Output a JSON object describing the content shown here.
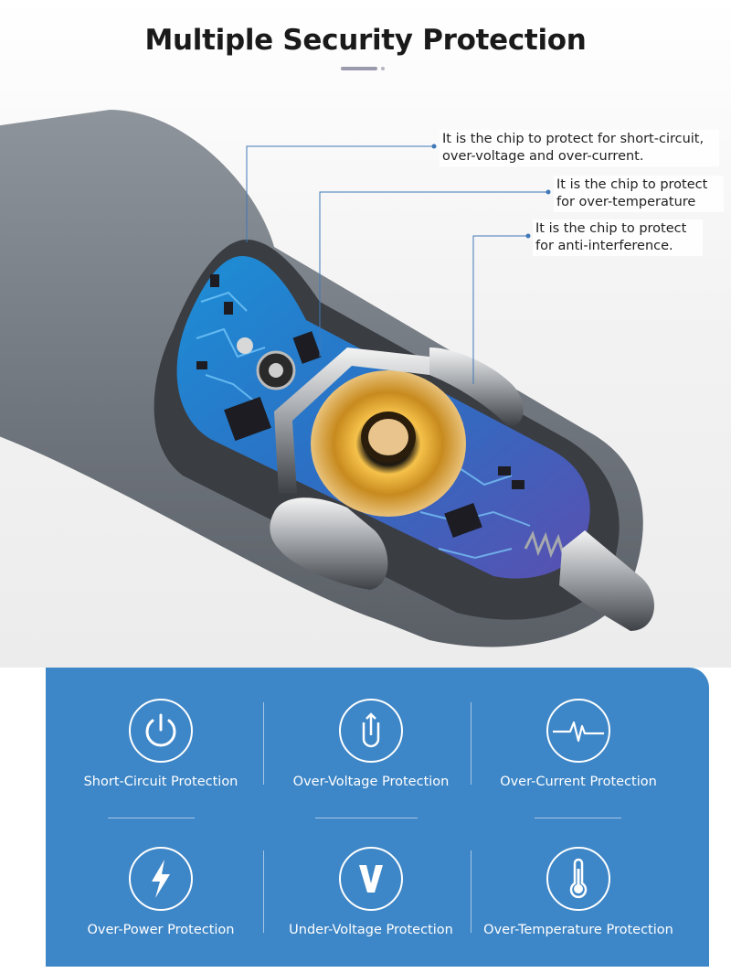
{
  "header": {
    "title": "Multiple Security Protection"
  },
  "callouts": [
    {
      "line1": "It is the chip to protect for short-circuit,",
      "line2": "over-voltage and over-current."
    },
    {
      "line1": "It is the chip to protect",
      "line2": "for over-temperature"
    },
    {
      "line1": "It is the chip to protect",
      "line2": "for anti-interference."
    }
  ],
  "features": [
    {
      "label": "Short-Circuit Protection",
      "icon": "power-icon"
    },
    {
      "label": "Over-Voltage Protection",
      "icon": "voltage-up-icon"
    },
    {
      "label": "Over-Current Protection",
      "icon": "pulse-icon"
    },
    {
      "label": "Over-Power Protection",
      "icon": "lightning-icon"
    },
    {
      "label": "Under-Voltage Protection",
      "icon": "v-letter-icon"
    },
    {
      "label": "Over-Temperature Protection",
      "icon": "thermometer-icon"
    }
  ],
  "colors": {
    "panel": "#3d86c7",
    "title": "#1a1a1a",
    "callout_line": "#3f78b8"
  }
}
